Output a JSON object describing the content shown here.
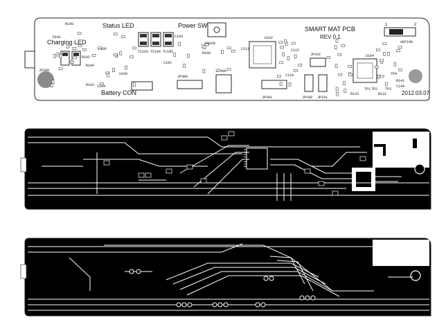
{
  "silkscreen": {
    "status_led": "Status LED",
    "charging_led": "Charging LED",
    "power_sw": "Power SW",
    "battery_con": "Battery CON",
    "title": "SMART MAT PCB",
    "revision": "REV 0.1",
    "date": "2012.03.07",
    "pin1": "1",
    "pin2": "2",
    "refdes": {
      "d101": "D101",
      "r100": "R100",
      "r102": "R102",
      "c103": "C103",
      "tc103": "TC103",
      "tc104": "TC104",
      "tc105": "TC105",
      "sw100": "SW100",
      "r108": "R108",
      "jp300": "JP300",
      "jp301": "JP301",
      "jp100": "JP100",
      "jp101": "JP101",
      "jp102": "JP102",
      "jp200": "JP200",
      "jp400": "JP400",
      "u100": "U100",
      "u102": "U102",
      "u104": "U104",
      "ant100": "ANT100",
      "c102": "C102",
      "r106": "R106",
      "c110": "C110",
      "c111": "C111",
      "c112": "C112",
      "r103": "R103",
      "r104": "R104",
      "tp1": "TP1",
      "tp2": "TP2",
      "tp3": "TP3",
      "tp4": "TP4",
      "r133": "R133",
      "r132": "R132",
      "c104": "C104",
      "r141": "R141",
      "c140": "C140"
    }
  },
  "panels": {
    "assembly": "silkscreen-assembly-view",
    "top_copper": "top-copper-layer",
    "bottom_copper": "bottom-copper-layer"
  },
  "colors": {
    "copper_fill": "#000000",
    "trace": "#ffffff",
    "outline": "#222222"
  }
}
